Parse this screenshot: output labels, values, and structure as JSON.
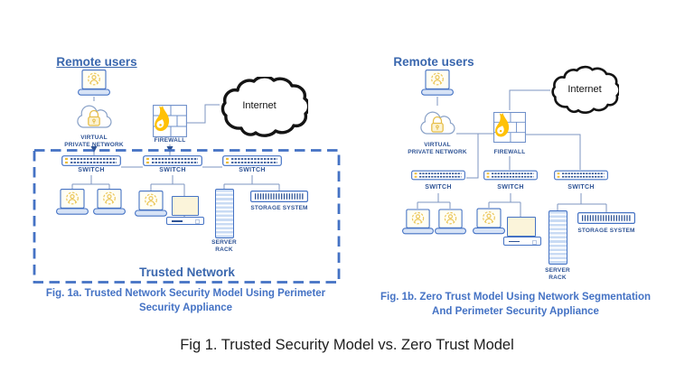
{
  "colors": {
    "icon_blue": "#4472C4",
    "label_blue": "#2E5395",
    "heading_blue": "#3A67AE",
    "caption_blue": "#4472C4",
    "connector_blue": "#7D96C0",
    "flame_yellow": "#FFC107",
    "accent_yellow": "#EBC75B",
    "internet_outline": "#141414",
    "footer_text": "#1D1D1D"
  },
  "fig_a": {
    "remote_users": "Remote users",
    "vpn_line1": "VIRTUAL",
    "vpn_line2": "PRIVATE NETWORK",
    "firewall": "FIREWALL",
    "internet": "Internet",
    "switches": [
      "SWITCH",
      "SWITCH",
      "SWITCH"
    ],
    "storage": "STORAGE SYSTEM",
    "server_line1": "SERVER",
    "server_line2": "RACK",
    "trusted_network": "Trusted Network",
    "caption_line1": "Fig. 1a. Trusted Network Security Model Using Perimeter",
    "caption_line2": "Security Appliance"
  },
  "fig_b": {
    "remote_users": "Remote users",
    "vpn_line1": "VIRTUAL",
    "vpn_line2": "PRIVATE NETWORK",
    "firewall": "FIREWALL",
    "internet": "Internet",
    "switches": [
      "SWITCH",
      "SWITCH",
      "SWITCH"
    ],
    "storage": "STORAGE SYSTEM",
    "server_line1": "SERVER",
    "server_line2": "RACK",
    "caption_line1": "Fig. 1b. Zero Trust Model Using Network Segmentation",
    "caption_line2": "And Perimeter Security Appliance"
  },
  "footer": {
    "caption": "Fig 1. Trusted Security Model vs. Zero Trust Model"
  }
}
